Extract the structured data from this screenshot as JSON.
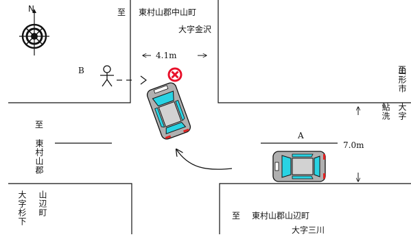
{
  "north_label": "N",
  "labels": {
    "top_to": "至",
    "top_place_line1": "東村山郡中山町",
    "top_place_line2": "大字金沢",
    "right_to": "至",
    "right_place": "山形市",
    "right_area_line1": "大字",
    "right_area_line2": "鮎洗",
    "left_to": "至",
    "left_place": "東村山郡",
    "bottom_left_line1": "山辺町",
    "bottom_left_line2": "大字杉下",
    "bottom_to": "至",
    "bottom_place_line1": "東村山郡山辺町",
    "bottom_place_line2": "大字三川",
    "width_top": "4.1m",
    "width_right": "7.0m",
    "point_a": "A",
    "point_b": "B"
  },
  "colors": {
    "car_body": "#b0b0b0",
    "car_glass": "#29d3e3",
    "tail_light": "#e02020",
    "collision_mark": "#e8102a",
    "road_line": "#111111"
  }
}
